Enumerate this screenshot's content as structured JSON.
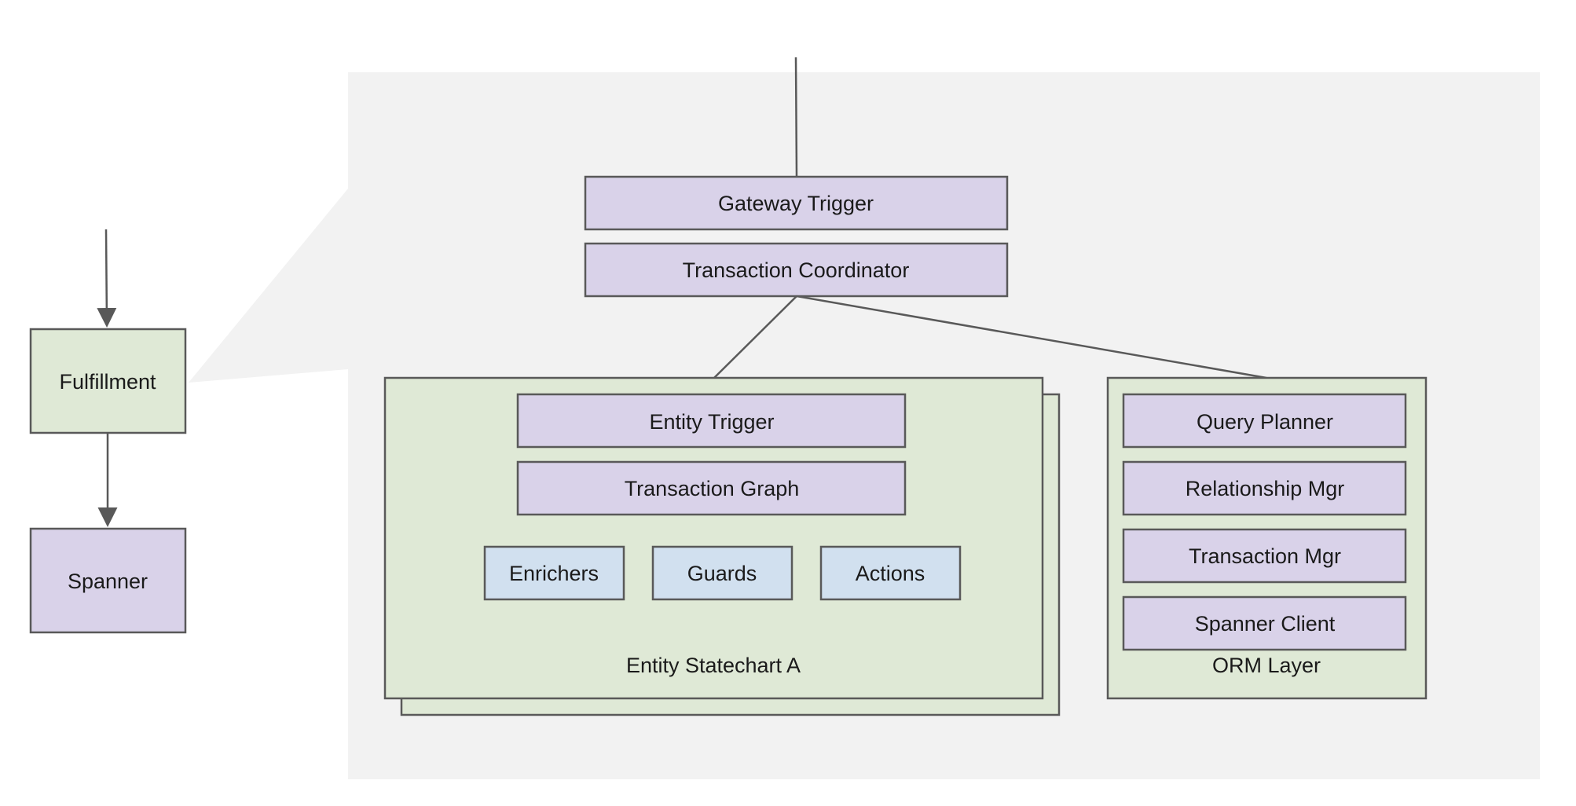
{
  "colors": {
    "background": "#ffffff",
    "panel": "#f2f2f2",
    "purple_box": "#d9d2e9",
    "green_box": "#dfe9d6",
    "blue_box": "#d1e0ef",
    "stroke": "#595959",
    "text": "#1a1a1a"
  },
  "left": {
    "fulfillment": "Fulfillment",
    "spanner": "Spanner"
  },
  "detail": {
    "gateway_trigger": "Gateway Trigger",
    "transaction_coordinator": "Transaction Coordinator",
    "statechart": {
      "entity_trigger": "Entity Trigger",
      "transaction_graph": "Transaction Graph",
      "enrichers": "Enrichers",
      "guards": "Guards",
      "actions": "Actions",
      "label": "Entity Statechart A"
    },
    "orm": {
      "query_planner": "Query Planner",
      "relationship_mgr": "Relationship Mgr",
      "transaction_mgr": "Transaction Mgr",
      "spanner_client": "Spanner Client",
      "label": "ORM Layer"
    }
  }
}
